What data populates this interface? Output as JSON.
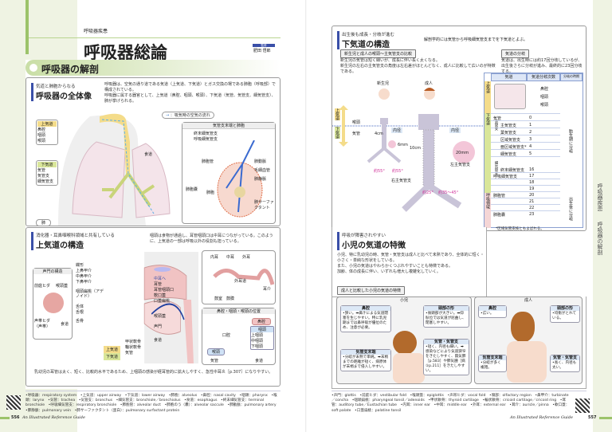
{
  "left": {
    "section": "呼吸器疾患",
    "title": "呼吸器総論",
    "supervisor_label": "監修",
    "supervisor": "肥田 悟郎",
    "band": "呼吸器の解剖",
    "box1": {
      "sub": "気道と肺胞からなる",
      "title": "呼吸器の全体像",
      "bullets": [
        "呼吸器は、空気の通り道である気道（上気道、下気道）とガス交換の場である肺胞（呼吸部）で構成されている。",
        "呼吸器に属する器官として、上気道（鼻腔、咽頭、喉頭）、下気道（気管、気管支、細気管支）、肺が挙げられる。"
      ],
      "legend": "：吸気時の空気の流れ",
      "upper": "上気道",
      "upper_items": [
        "鼻腔",
        "咽頭",
        "喉頭"
      ],
      "lower": "下気道",
      "lower_items": [
        "気管",
        "気管支",
        "細気管支"
      ],
      "esophagus": "食道",
      "lung": "肺",
      "inset_title": "気管支末端と肺胞",
      "inset_labels": [
        "終末細気管支",
        "呼吸細気管支",
        "肺胞管",
        "肺動脈",
        "毛細血管",
        "肺静脈",
        "肺胞",
        "肺胞嚢",
        "肺サーファクタント"
      ]
    },
    "box2": {
      "sub": "消化器・耳鼻咽喉科領域と共有している",
      "title": "上気道の構造",
      "bullets": [
        "咽頭は食物が通過し、耳管咽頭口は中耳につながっている。このように、上気道の一部は呼吸以外の役割も担っている。"
      ],
      "labels": [
        "蝶形",
        "上鼻甲介",
        "中鼻甲介",
        "下鼻甲介",
        "鼻甲介",
        "咽頭扁桃（アデノイド）",
        "舌体",
        "舌根",
        "舌",
        "舌骨",
        "甲状軟骨",
        "輪状軟骨",
        "気管",
        "耳管",
        "耳管咽頭口",
        "軟口蓋",
        "口蓋扁桃",
        "喉頭蓋",
        "声門",
        "食道",
        "中耳へ"
      ],
      "ear": [
        "内耳",
        "中耳",
        "外耳",
        "外耳道",
        "鼓室",
        "鼓膜",
        "耳介"
      ],
      "glottis_title": "声門の構造",
      "glottis": [
        "前庭ヒダ",
        "喉頭蓋",
        "声帯ヒダ（声帯）",
        "食道"
      ],
      "pos_title": "鼻腔・咽頭・喉頭の位置",
      "pos": [
        "鼻腔",
        "咽頭",
        "上咽頭",
        "中咽頭",
        "下咽頭",
        "口腔",
        "喉頭",
        "気管",
        "食道"
      ],
      "upper": "上気道",
      "lower": "下気道",
      "note": "乳幼児の耳管は太く、短く、比較的水平であるため、上咽頭の感染が経耳管的に拡大しやすく、急性中耳炎［p.307］になりやすい。"
    },
    "glossary": "•呼吸器：respiratory system　•上気道：upper airway　•下気道：lower airway　•肺胞：alveolus　•鼻腔：nasal cavity　•咽頭：pharynx　•喉頭：larynx　•気管：trachea　•気管支：bronchus　•細気管支：bronchiole／bronchiolus　•食道：esophagus　•終末細気管支：terminal bronchiole　•呼吸細気管支：respiratory bronchiole　•肺胞管：alveolar duct　•肺胞のう（嚢）：alveolar saccule　•肺動脈：pulmonary artery　•肺静脈：pulmonary vein　•肺サーファクタント（蛋白）：pulmonary surfactant protein",
    "page": "556",
    "guide": "An Illustrated Reference Guide"
  },
  "right": {
    "box1": {
      "sub": "出生後も成長・分岐が進む",
      "title": "下気道の構造",
      "lead": "解剖学的には気管から呼吸細気管支までを下気道とよぶ。",
      "pill1": "新生児と成人の喉頭～主気管支の比較",
      "bullets1": [
        "新生児の気管は短く細いが、成長に伴い長く太くなる。",
        "新生児の左右の主気管支の角度は左右差がほとんどなく、成人に比較して広いのが特徴である。"
      ],
      "pill2": "気道の分岐",
      "bullets2": [
        "気道は、出生時には約17回分岐しているが、出生後さらに分岐が進み、最終的に23回分岐する。"
      ],
      "newborn": "新生児",
      "adult": "成人",
      "larynx": "喉頭",
      "trachea": "気管",
      "upper": "上気道",
      "lower": "下気道",
      "nb_len": "4cm",
      "ad_len": "10cm",
      "diam": "内径",
      "nb_d": "6mm",
      "ad_d": "20mm",
      "nb_ang": [
        "約55°",
        "約55°"
      ],
      "ad_ang": [
        "約25°",
        "約35～45°"
      ],
      "right_main": "右主気管支",
      "left_main": "左主気管支"
    },
    "table": {
      "headers": [
        "気道",
        "気道分岐次数",
        "分岐の時期"
      ],
      "upper": "上気道",
      "lower": "下気道",
      "resp": "呼吸領域",
      "upper_items": [
        "鼻腔",
        "咽頭",
        "喉頭"
      ],
      "rows": [
        [
          "気管",
          "0"
        ],
        [
          "主気管支",
          "1"
        ],
        [
          "葉気管支",
          "2"
        ],
        [
          "区域気管支",
          "3"
        ],
        [
          "亜区域気管支*",
          "4"
        ],
        [
          "細気管支",
          "5"
        ],
        [
          "終末細気管支",
          "16"
        ],
        [
          "呼吸細気管支",
          "17"
        ],
        [
          "",
          "18"
        ],
        [
          "",
          "19"
        ],
        [
          "肺胞管",
          "20"
        ],
        [
          "",
          "21"
        ],
        [
          "",
          "22"
        ],
        [
          "肺胞嚢",
          "23"
        ]
      ],
      "bronchus": "気管支",
      "bronchiole": "細気管支",
      "prenatal": "胎生期に分岐",
      "postnatal": "出生後に分岐",
      "note": "*区域気管支枝ともよばれる。"
    },
    "box2": {
      "sub": "呼吸が障害されやすい",
      "title": "小児の気道の特徴",
      "bullets": [
        "小児、特に乳幼児の時、気管・気管支は成人と比べて未熟であり、全体的に短く・小さく・単純な形状をしている。",
        "また、小児の気道はやわらかくつぶれやすいことも特徴である。",
        "加齢、体の成長に伴い、いずれも増大し複雑化していく。"
      ],
      "pill": "成人と比較した小児の気道の特徴"
    },
    "child": {
      "title": "小児",
      "cards": [
        {
          "h": "鼻腔",
          "t": "•狭い。➡鼻汁による気道閉塞を生じやすい。特に乳児期までは鼻呼吸が優位のため、注意が必要。"
        },
        {
          "h": "頭部の形",
          "t": "•後頭部が大きい。➡仰臥位では気道が屈曲し、閉塞しやすい。"
        },
        {
          "h": "気管支末端",
          "t": "•分岐が未熟で単純。➡末梢までの距離が短く、病原体が末梢まで侵入しやすい。"
        },
        {
          "h": "気管・気管支",
          "t": "•短く、内径も細い。➡感染などにより気道狭窄をきたしやすく、無気肺［p.583］や肺気腫［病①p.211］をきたしやすい。"
        }
      ]
    },
    "adultp": {
      "title": "成人",
      "cards": [
        {
          "h": "鼻腔",
          "t": "•広い。"
        },
        {
          "h": "頭部の形",
          "t": "•均衡がとれている。"
        },
        {
          "h": "気管支末端",
          "t": "•分岐が多く複雑。"
        },
        {
          "h": "気管・気管支",
          "t": "•長く、内径も太い。"
        }
      ]
    },
    "glossary": "•声門：glottis　•前庭ヒダ：vestibular fold　•喉頭蓋：epiglottis　•声帯ヒダ：vocal fold　•嗅部：olfactory region　•鼻甲介：turbinate／concha　•咽頭扁桃：pharyngeal tonsil／adenoids　•甲状軟骨：thyroid cartilage　•輪状軟骨：cricoid cartilage／cricoid ring　•耳管：auditory tube／Eustachian tube　•内耳：inner ear　•中耳：middle ear　•外耳：external ear　•耳介：auricle／pinna　•軟口蓋：soft palate　•口蓋扁桃：palatine tonsil",
    "page": "557",
    "guide": "An Illustrated Reference Guide",
    "tab1": "呼吸器疾患",
    "tab2": "呼吸器の解剖"
  },
  "colors": {
    "accent_green": "#9cc36a",
    "blue": "#3a4fa8",
    "pink": "#f2c9c9",
    "yellow": "#f4dc8a"
  }
}
